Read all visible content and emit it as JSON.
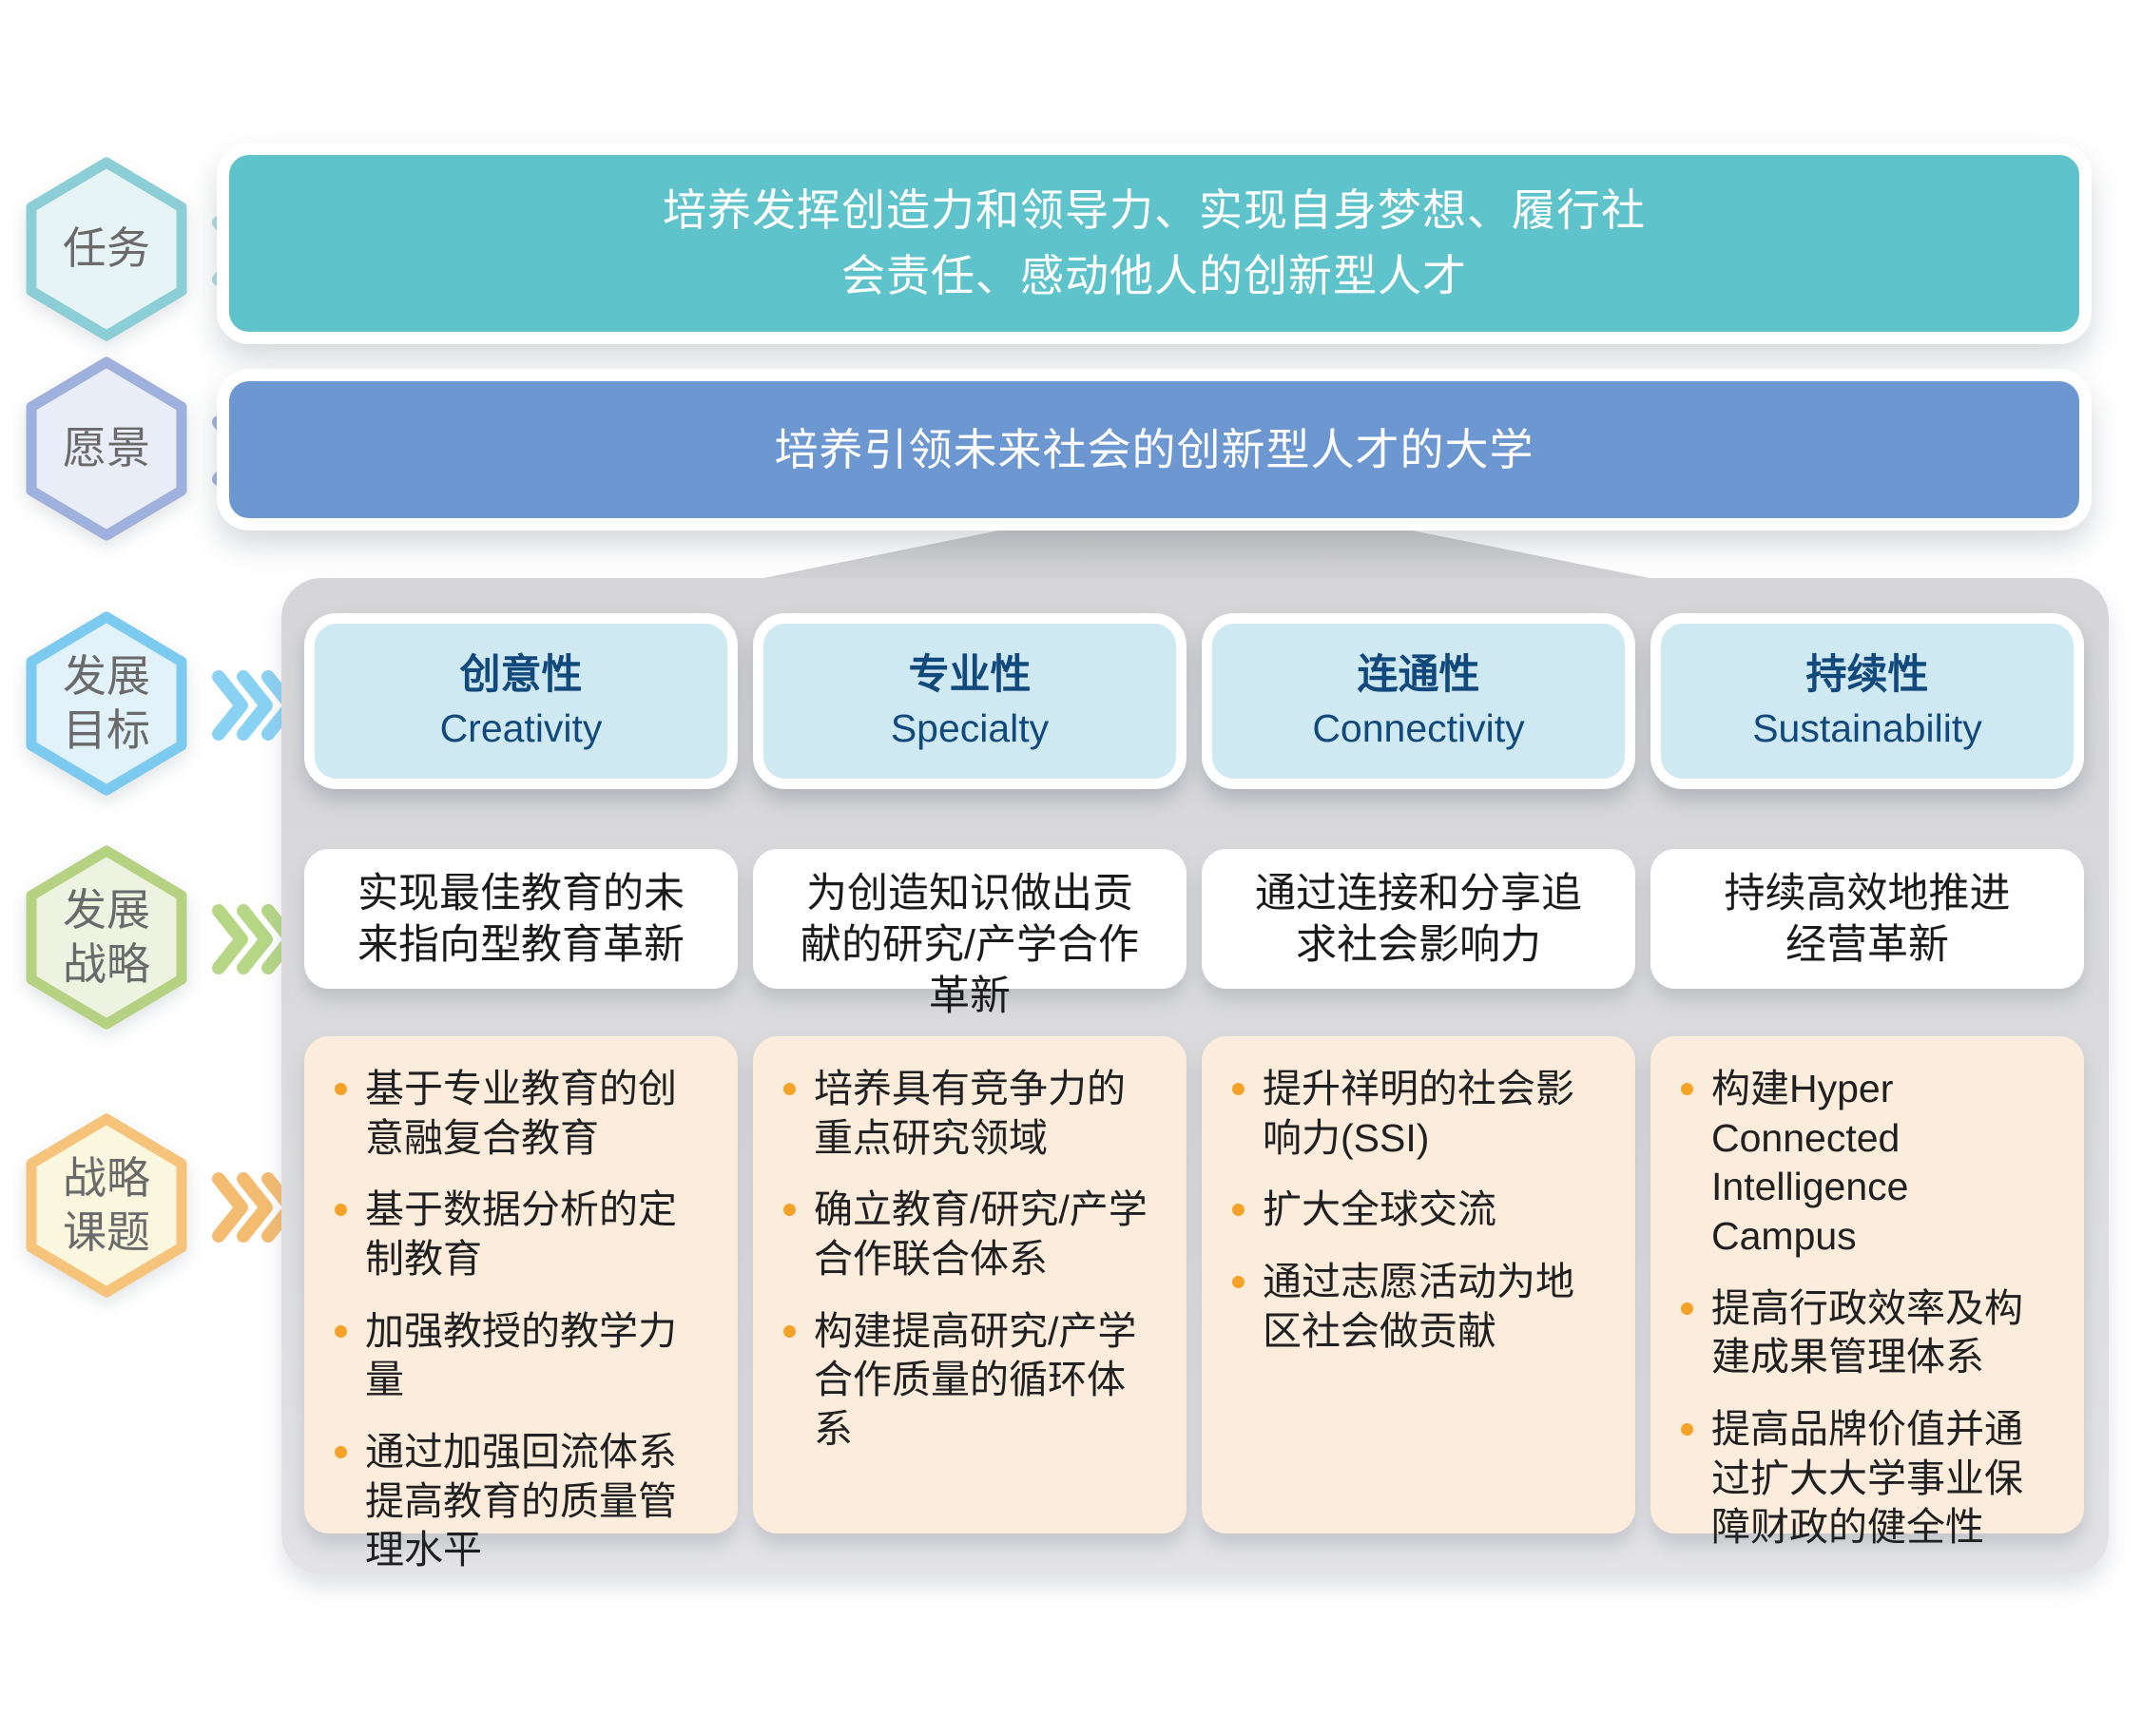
{
  "left_rail": [
    {
      "label": "任务",
      "scheme": {
        "stroke": "#8BCED5",
        "fill": "#E7F4F5",
        "chevron": "#A9DCE0"
      }
    },
    {
      "label": "愿景",
      "scheme": {
        "stroke": "#9DB1DC",
        "fill": "#E9EDF8",
        "chevron": "#9DB1DC"
      }
    },
    {
      "label": "发展\n目标",
      "scheme": {
        "stroke": "#7CCAEF",
        "fill": "#E1F2FB",
        "chevron": "#8AD2F4"
      }
    },
    {
      "label": "发展\n战略",
      "scheme": {
        "stroke": "#B5D282",
        "fill": "#EDF3E0",
        "chevron": "#B5D786"
      }
    },
    {
      "label": "战略\n课题",
      "scheme": {
        "stroke": "#F5C379",
        "fill": "#FBF7DE",
        "chevron": "#F4BC71"
      }
    }
  ],
  "mission": {
    "text": "培养发挥创造力和领导力、实现自身梦想、履行社\n会责任、感动他人的创新型人才"
  },
  "vision": {
    "text": "培养引领未来社会的创新型人才的大学"
  },
  "columns": [
    {
      "goal_cn": "创意性",
      "goal_en": "Creativity",
      "strategy": "实现最佳教育的未\n来指向型教育革新",
      "topics": [
        "基于专业教育的创意融复合教育",
        "基于数据分析的定制教育",
        "加强教授的教学力量",
        "通过加强回流体系提高教育的质量管理水平"
      ]
    },
    {
      "goal_cn": "专业性",
      "goal_en": "Specialty",
      "strategy": "为创造知识做出贡\n献的研究/产学合作\n革新",
      "topics": [
        "培养具有竞争力的重点研究领域",
        "确立教育/研究/产学合作联合体系",
        "构建提高研究/产学合作质量的循环体系"
      ]
    },
    {
      "goal_cn": "连通性",
      "goal_en": "Connectivity",
      "strategy": "通过连接和分享追\n求社会影响力",
      "topics": [
        "提升祥明的社会影响力(SSI)",
        "扩大全球交流",
        "通过志愿活动为地区社会做贡献"
      ]
    },
    {
      "goal_cn": "持续性",
      "goal_en": "Sustainability",
      "strategy": "持续高效地推进\n经营革新",
      "topics": [
        "构建Hyper Connected Intelligence Campus",
        "提高行政效率及构建成果管理体系",
        "提高品牌价值并通过扩大大学事业保障财政的健全性"
      ]
    }
  ],
  "colors": {
    "mission_bg": "#5EC3CA",
    "vision_bg": "#6D97D0",
    "goal_fill": "#CFE9F3",
    "goal_text": "#12497D",
    "topic_fill": "#FCECDC",
    "bullet": "#F5A228"
  }
}
